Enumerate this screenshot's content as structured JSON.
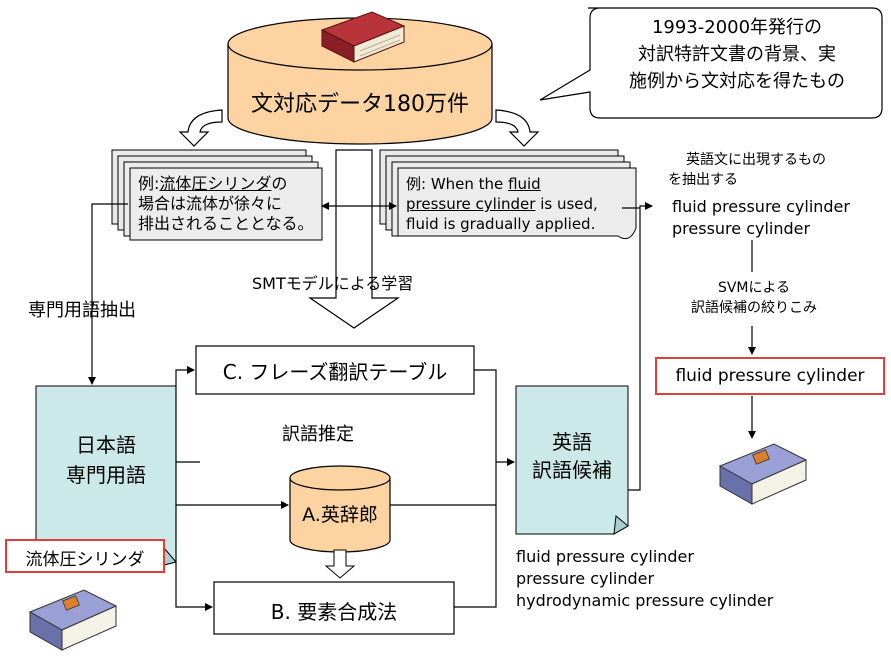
{
  "corpus": {
    "label": "文対応データ180万件",
    "callout_lines": [
      "1993-2000年発行の",
      "対訳特許文書の背景、実",
      "施例から文対応を得たもの"
    ]
  },
  "example_ja": {
    "prefix": "例:",
    "term": "流体圧シリンダ",
    "line1_suffix": "の",
    "line2": "場合は流体が徐々に",
    "line3": "排出されることとなる。"
  },
  "example_en": {
    "line1_prefix": "例: When the ",
    "line1_term": "fluid",
    "line2_term": "pressure cylinder",
    "line2_suffix": " is used,",
    "line3": "fluid is gradually applied."
  },
  "smt_label": "SMTモデルによる学習",
  "term_extraction_label": "専門用語抽出",
  "ja_terms": {
    "line1": "日本語",
    "line2": "専門用語",
    "example": "流体圧シリンダ"
  },
  "phrase_table": "C. フレーズ翻訳テーブル",
  "estimation_label": "訳語推定",
  "dictionary": "A.英辞郎",
  "compositional": "B. 要素合成法",
  "en_candidates": {
    "line1": "英語",
    "line2": "訳語候補",
    "list": [
      "fluid pressure cylinder",
      "pressure cylinder",
      "hydrodynamic pressure cylinder"
    ]
  },
  "right_panel": {
    "extract_lines": [
      "英語文に出現するもの",
      "を抽出する"
    ],
    "phrases": [
      "fluid pressure cylinder",
      "pressure cylinder"
    ],
    "svm_lines": [
      "SVMによる",
      "訳語候補の絞りこみ"
    ],
    "result": "fluid pressure cylinder"
  },
  "colors": {
    "cylinder_fill": "#fcd3a1",
    "document_fill": "#cce9ea",
    "highlight_border": "#e0403c",
    "panel_fill": "#ececec"
  }
}
